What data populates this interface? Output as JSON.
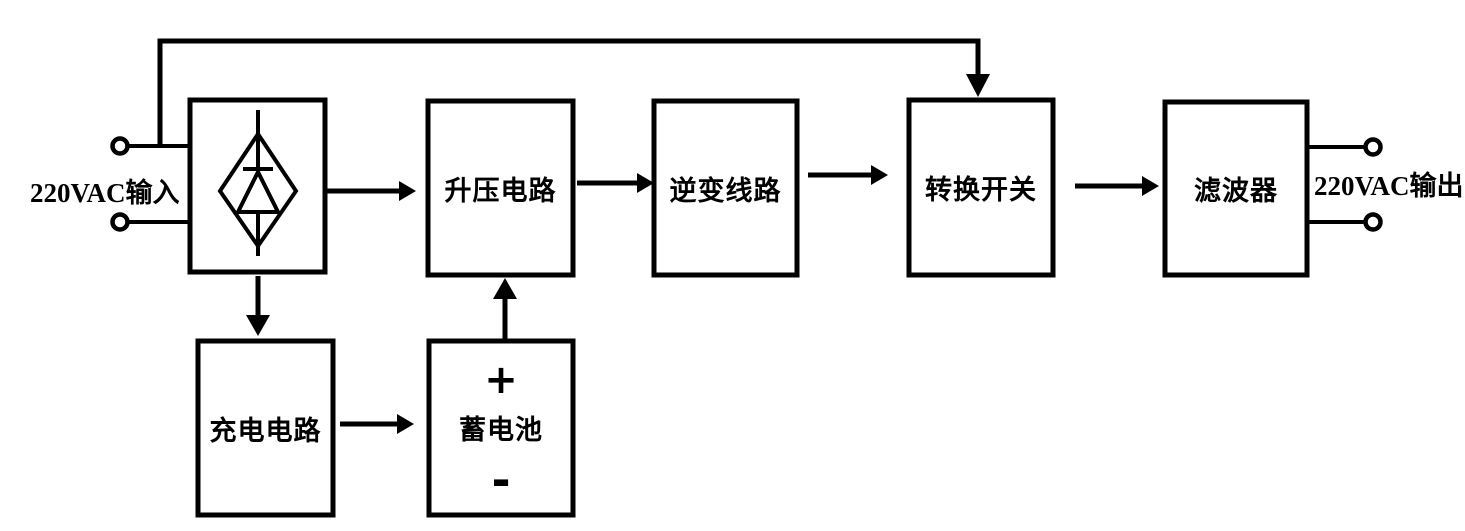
{
  "page": {
    "background_color": "#ffffff",
    "line_color": "#000000"
  },
  "diagram": {
    "input_label": "220VAC输入",
    "output_label": "220VAC输出",
    "blocks": {
      "boost": {
        "label": "升压电路"
      },
      "inverter": {
        "label": "逆变线路"
      },
      "transfer_switch": {
        "label": "转换开关"
      },
      "filter": {
        "label": "滤波器"
      },
      "charger": {
        "label": "充电电路"
      },
      "battery": {
        "label": "蓄电池",
        "positive_terminal": "+",
        "negative_terminal": "-"
      }
    },
    "connections": [
      {
        "from": "ac-input",
        "to": "rectifier"
      },
      {
        "from": "ac-input",
        "to": "transfer-switch",
        "via": "top-bypass-line"
      },
      {
        "from": "rectifier",
        "to": "boost"
      },
      {
        "from": "boost",
        "to": "inverter"
      },
      {
        "from": "inverter",
        "to": "transfer-switch"
      },
      {
        "from": "transfer-switch",
        "to": "filter"
      },
      {
        "from": "filter",
        "to": "ac-output"
      },
      {
        "from": "rectifier",
        "to": "charger"
      },
      {
        "from": "charger",
        "to": "battery"
      },
      {
        "from": "battery",
        "to": "boost"
      }
    ]
  }
}
